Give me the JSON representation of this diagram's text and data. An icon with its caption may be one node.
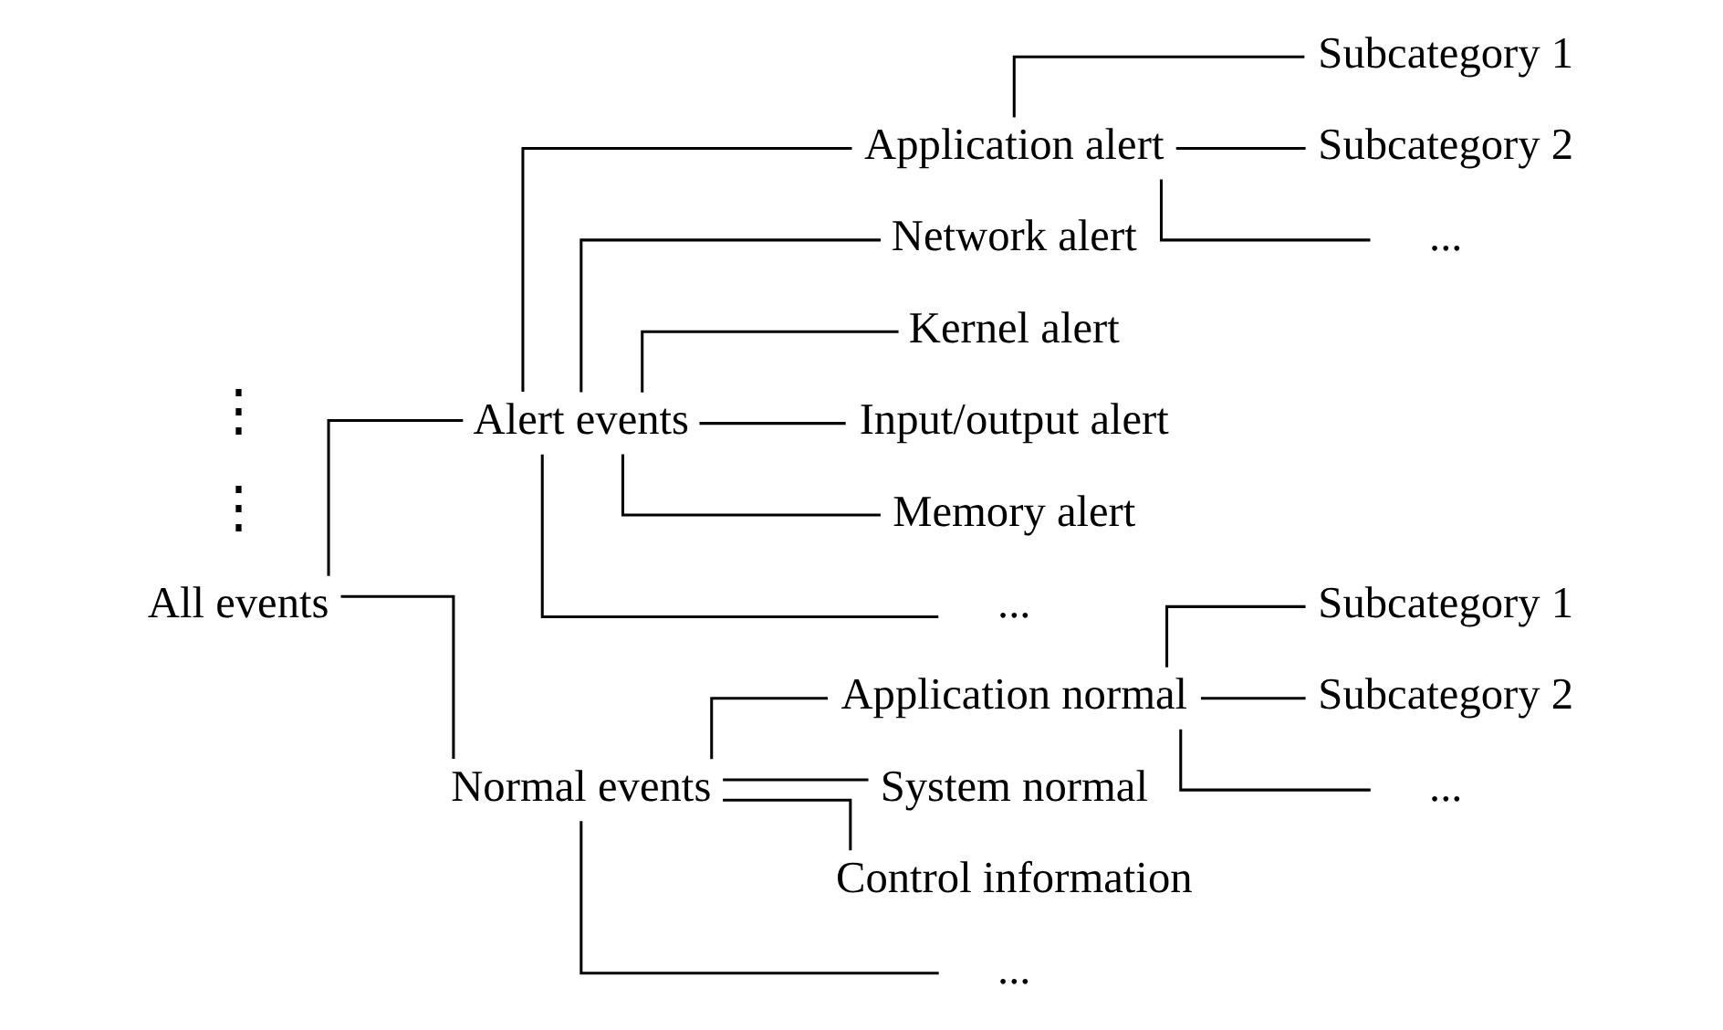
{
  "diagram": {
    "nodes": [
      {
        "text": [
          "All events"
        ]
      },
      {
        "text": [
          "Alert events"
        ]
      },
      {
        "text": [
          "Normal events"
        ]
      },
      {
        "text": [
          "Application alert"
        ]
      },
      {
        "text": [
          "Network alert"
        ]
      },
      {
        "text": [
          "Kernel alert"
        ]
      },
      {
        "text": [
          "Input/output alert"
        ]
      },
      {
        "text": [
          "Memory alert"
        ]
      },
      {
        "text": [
          "..."
        ]
      },
      {
        "text": [
          "Subcategory 1"
        ]
      },
      {
        "text": [
          "Subcategory 2"
        ]
      },
      {
        "text": [
          "..."
        ]
      },
      {
        "text": [
          "Application normal"
        ]
      },
      {
        "text": [
          "System normal"
        ]
      },
      {
        "text": [
          "Control information"
        ]
      },
      {
        "text": [
          "..."
        ]
      },
      {
        "text": [
          "Subcategory 1"
        ]
      },
      {
        "text": [
          "Subcategory 2"
        ]
      },
      {
        "text": [
          "..."
        ]
      }
    ],
    "edges": [
      {
        "from": 0,
        "to": 1,
        "arrow": "none"
      },
      {
        "from": 0,
        "to": 2,
        "arrow": "none"
      },
      {
        "from": 1,
        "to": 3,
        "arrow": "none"
      },
      {
        "from": 1,
        "to": 4,
        "arrow": "none"
      },
      {
        "from": 1,
        "to": 5,
        "arrow": "none"
      },
      {
        "from": 1,
        "to": 6,
        "arrow": "none"
      },
      {
        "from": 1,
        "to": 7,
        "arrow": "none"
      },
      {
        "from": 1,
        "to": 8,
        "arrow": "none"
      },
      {
        "from": 3,
        "to": 9,
        "arrow": "none"
      },
      {
        "from": 3,
        "to": 10,
        "arrow": "none"
      },
      {
        "from": 3,
        "to": 11,
        "arrow": "none"
      },
      {
        "from": 2,
        "to": 12,
        "arrow": "none"
      },
      {
        "from": 2,
        "to": 13,
        "arrow": "none"
      },
      {
        "from": 2,
        "to": 14,
        "arrow": "none"
      },
      {
        "from": 2,
        "to": 15,
        "arrow": "none"
      },
      {
        "from": 12,
        "to": 16,
        "arrow": "none"
      },
      {
        "from": 12,
        "to": 17,
        "arrow": "none"
      },
      {
        "from": 12,
        "to": 18,
        "arrow": "none"
      }
    ],
    "labels": [
      "⋮",
      "⋮"
    ]
  }
}
